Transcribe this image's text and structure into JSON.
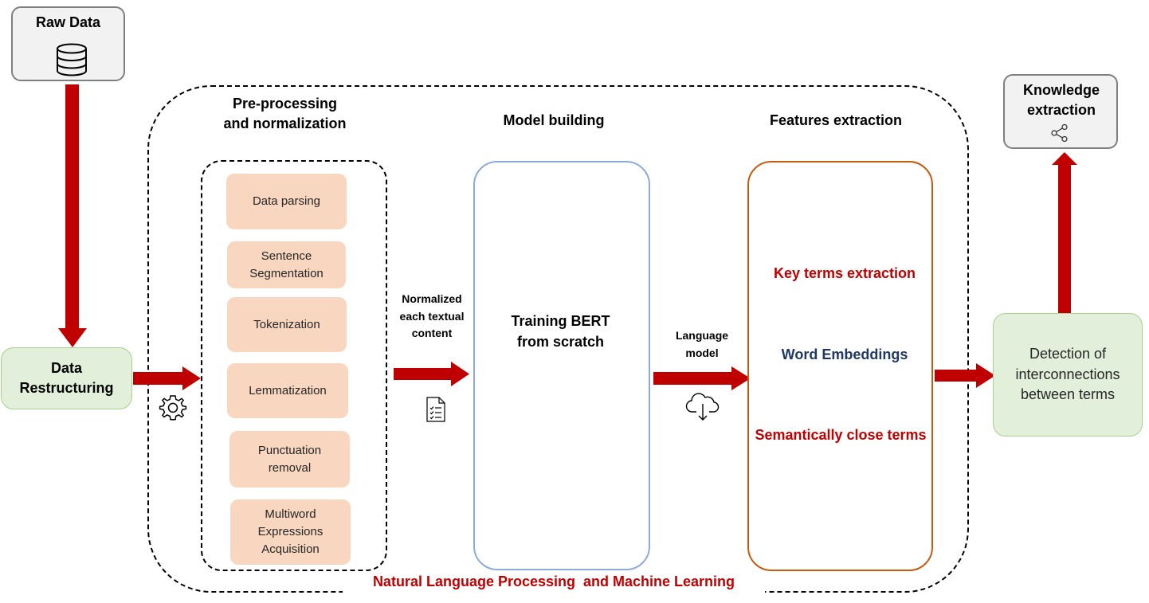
{
  "raw_data": {
    "label": "Raw Data",
    "icon": "database-icon"
  },
  "data_restructuring": {
    "label": "Data Restructuring",
    "icon": "gear-icon"
  },
  "preprocessing": {
    "heading": "Pre-processing and normalization",
    "steps": [
      "Data parsing",
      "Sentence Segmentation",
      "Tokenization",
      "Lemmatization",
      "Punctuation removal",
      "Multiword Expressions Acquisition"
    ]
  },
  "normalized_label": "Normalized each textual content",
  "normalized_icon": "document-checklist-icon",
  "model_building": {
    "heading": "Model building",
    "box_text": "Training BERT from scratch"
  },
  "language_model_label": "Language model",
  "language_model_icon": "cloud-download-icon",
  "features_extraction": {
    "heading": "Features extraction",
    "items": [
      {
        "text": "Key terms extraction",
        "color": "#c00000"
      },
      {
        "text": "Word Embeddings",
        "color": "#1f3864"
      },
      {
        "text": "Semantically close terms",
        "color": "#c00000"
      }
    ]
  },
  "detection": {
    "label": "Detection of interconnections between terms"
  },
  "knowledge_extraction": {
    "label": "Knowledge extraction",
    "icon": "share-icon"
  },
  "nlp_ml_label": "Natural Language Processing  and Machine Learning",
  "colors": {
    "arrow": "#c00000",
    "green_fill": "#e2efda",
    "peach_fill": "#f8d6c0",
    "blue_border": "#8eaadb",
    "orange_border": "#c55a11",
    "navy_text": "#1f3864",
    "red_text": "#c00000"
  }
}
